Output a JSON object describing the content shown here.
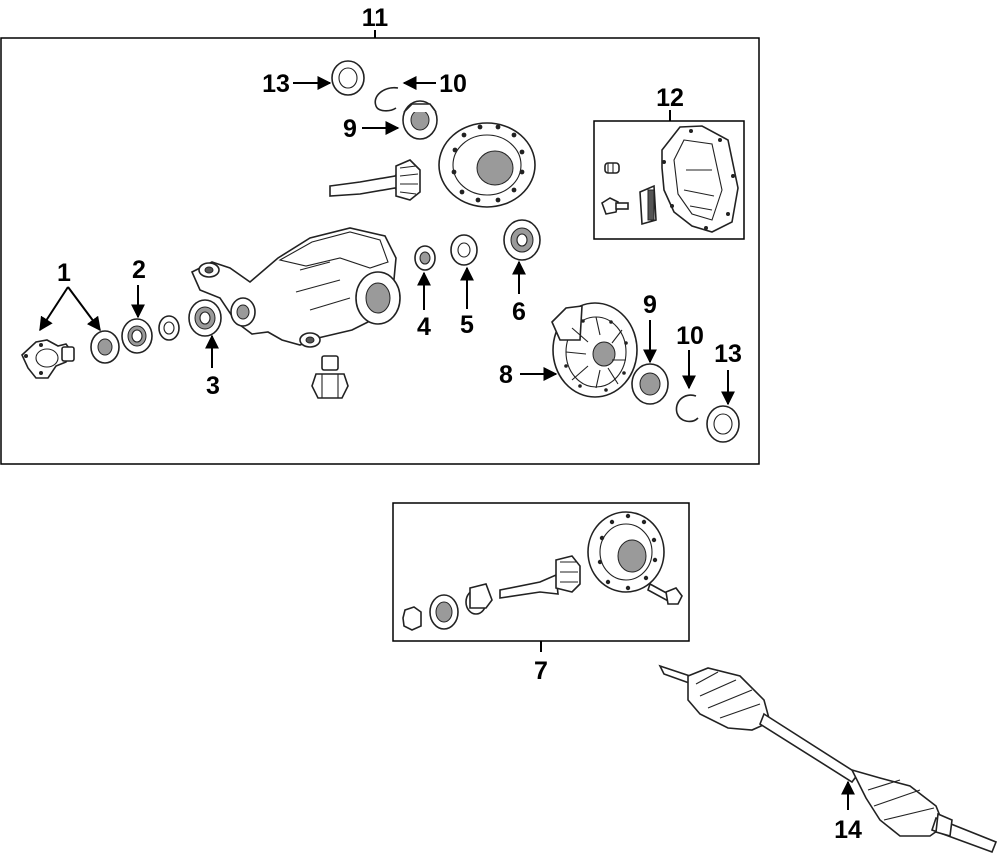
{
  "callouts": {
    "c1": "1",
    "c2": "2",
    "c3": "3",
    "c4": "4",
    "c5": "5",
    "c6": "6",
    "c7": "7",
    "c8": "8",
    "c9_top": "9",
    "c9_right": "9",
    "c10_top": "10",
    "c10_right": "10",
    "c11": "11",
    "c12": "12",
    "c13_top": "13",
    "c13_right": "13",
    "c14": "14"
  }
}
